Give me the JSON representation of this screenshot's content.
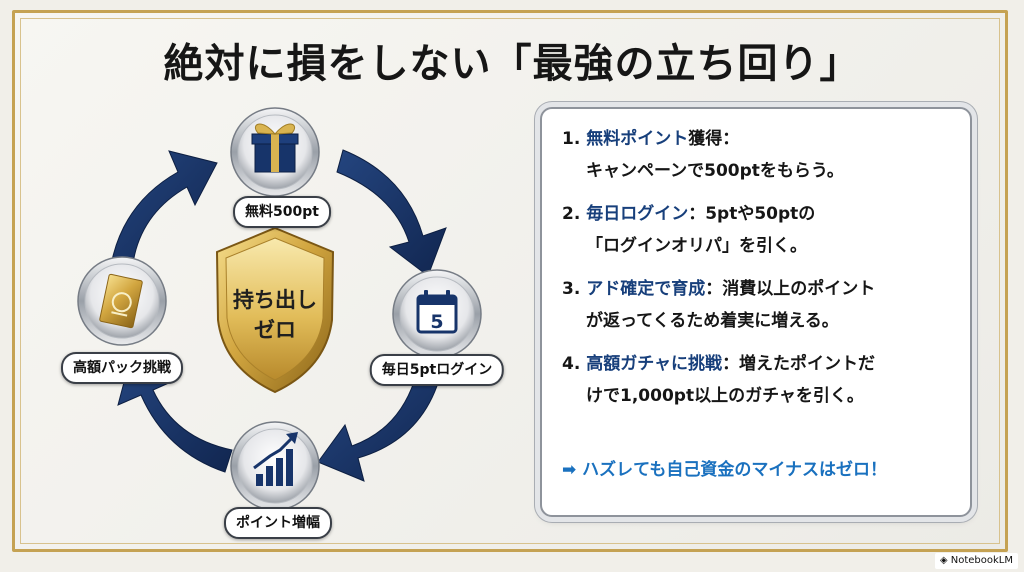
{
  "title": "絶対に損をしない「最強の立ち回り」",
  "cycle": {
    "center": "持ち出し\nゼロ",
    "nodes": [
      {
        "id": "free",
        "label": "無料500pt",
        "icon": "gift-box-icon"
      },
      {
        "id": "daily",
        "label": "毎日5ptログイン",
        "icon": "calendar-icon",
        "icon_text": "5"
      },
      {
        "id": "grow",
        "label": "ポイント増幅",
        "icon": "rising-bar-chart-icon"
      },
      {
        "id": "pack",
        "label": "高額パック挑戦",
        "icon": "card-pack-icon"
      }
    ]
  },
  "steps": [
    {
      "num": "1.",
      "key": "無料ポイント",
      "line1_rest": "獲得：",
      "line2": "キャンペーンで500ptをもらう。"
    },
    {
      "num": "2.",
      "key": "毎日ログイン",
      "line1_rest": "：5ptや50ptの",
      "line2": "「ログインオリパ」を引く。"
    },
    {
      "num": "3.",
      "key": "アド確定で育成",
      "line1_rest": "：消費以上のポイント",
      "line2": "が返ってくるため着実に増える。"
    },
    {
      "num": "4.",
      "key": "高額ガチャに挑戦",
      "line1_rest": "：増えたポイントだ",
      "line2": "けで1,000pt以上のガチャを引く。"
    }
  ],
  "conclusion": "ハズレても自己資金のマイナスはゼロ！",
  "watermark": "NotebookLM",
  "colors": {
    "navy": "#16305e",
    "gold": "#c5a253",
    "accent_blue": "#1a71bf",
    "key_text": "#173f7b"
  }
}
